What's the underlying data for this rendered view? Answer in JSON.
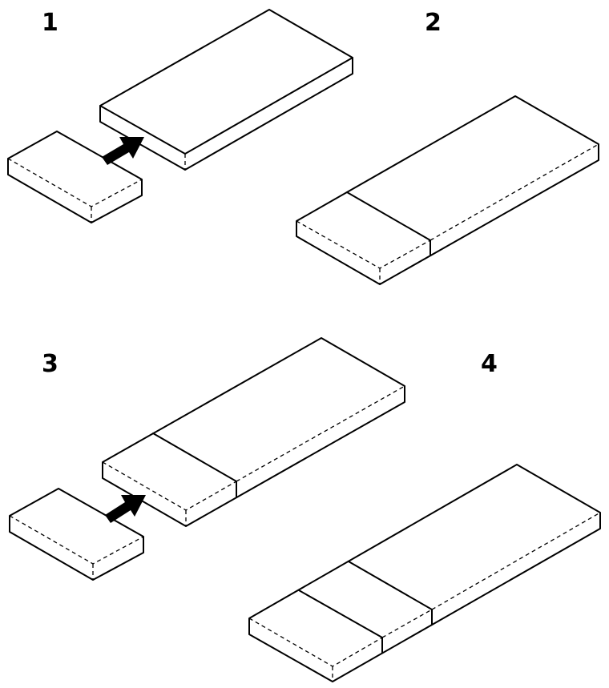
{
  "steps": [
    {
      "label": "1"
    },
    {
      "label": "2"
    },
    {
      "label": "3"
    },
    {
      "label": "4"
    }
  ],
  "colors": {
    "stroke": "#000000",
    "background": "#ffffff"
  },
  "icons": {
    "insert_arrow": "arrow-icon"
  }
}
